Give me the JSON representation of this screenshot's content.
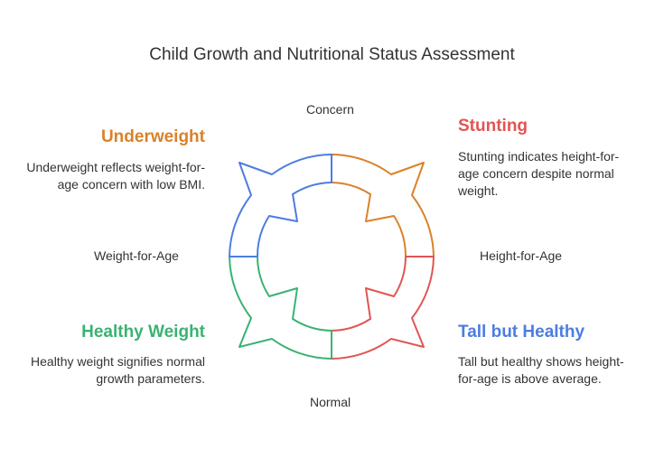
{
  "title": "Child Growth and Nutritional Status Assessment",
  "axes": {
    "top": "Concern",
    "bottom": "Normal",
    "left": "Weight-for-Age",
    "right": "Height-for-Age"
  },
  "quadrants": {
    "underweight": {
      "heading": "Underweight",
      "description": "Underweight reflects weight-for-age concern with low BMI.",
      "color": "#d9822b"
    },
    "stunting": {
      "heading": "Stunting",
      "description": "Stunting indicates height-for-age concern despite normal weight.",
      "color": "#e15554"
    },
    "healthy_weight": {
      "heading": "Healthy Weight",
      "description": "Healthy weight signifies normal growth parameters.",
      "color": "#3bb273"
    },
    "tall_healthy": {
      "heading": "Tall but Healthy",
      "description": "Tall but healthy shows height-for-age is above average.",
      "color": "#4d7de0"
    }
  },
  "colors": {
    "orange": "#d9822b",
    "red": "#e15554",
    "green": "#3bb273",
    "blue": "#4d7de0"
  }
}
